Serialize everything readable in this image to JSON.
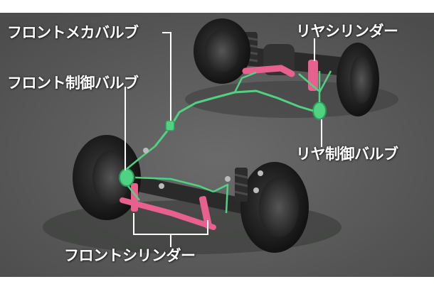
{
  "labels": {
    "front_mecha_valve": "フロントメカバルブ",
    "front_control_valve": "フロント制御バルブ",
    "rear_cylinder": "リヤシリンダー",
    "rear_control_valve": "リヤ制御バルブ",
    "front_cylinder": "フロントシリンダー"
  },
  "colors": {
    "background": "#5a5b5a",
    "hydraulic_line": "#4fd383",
    "cylinder": "#e8608e",
    "tire": "#1a1a1a",
    "leader_line": "#ffffff"
  }
}
